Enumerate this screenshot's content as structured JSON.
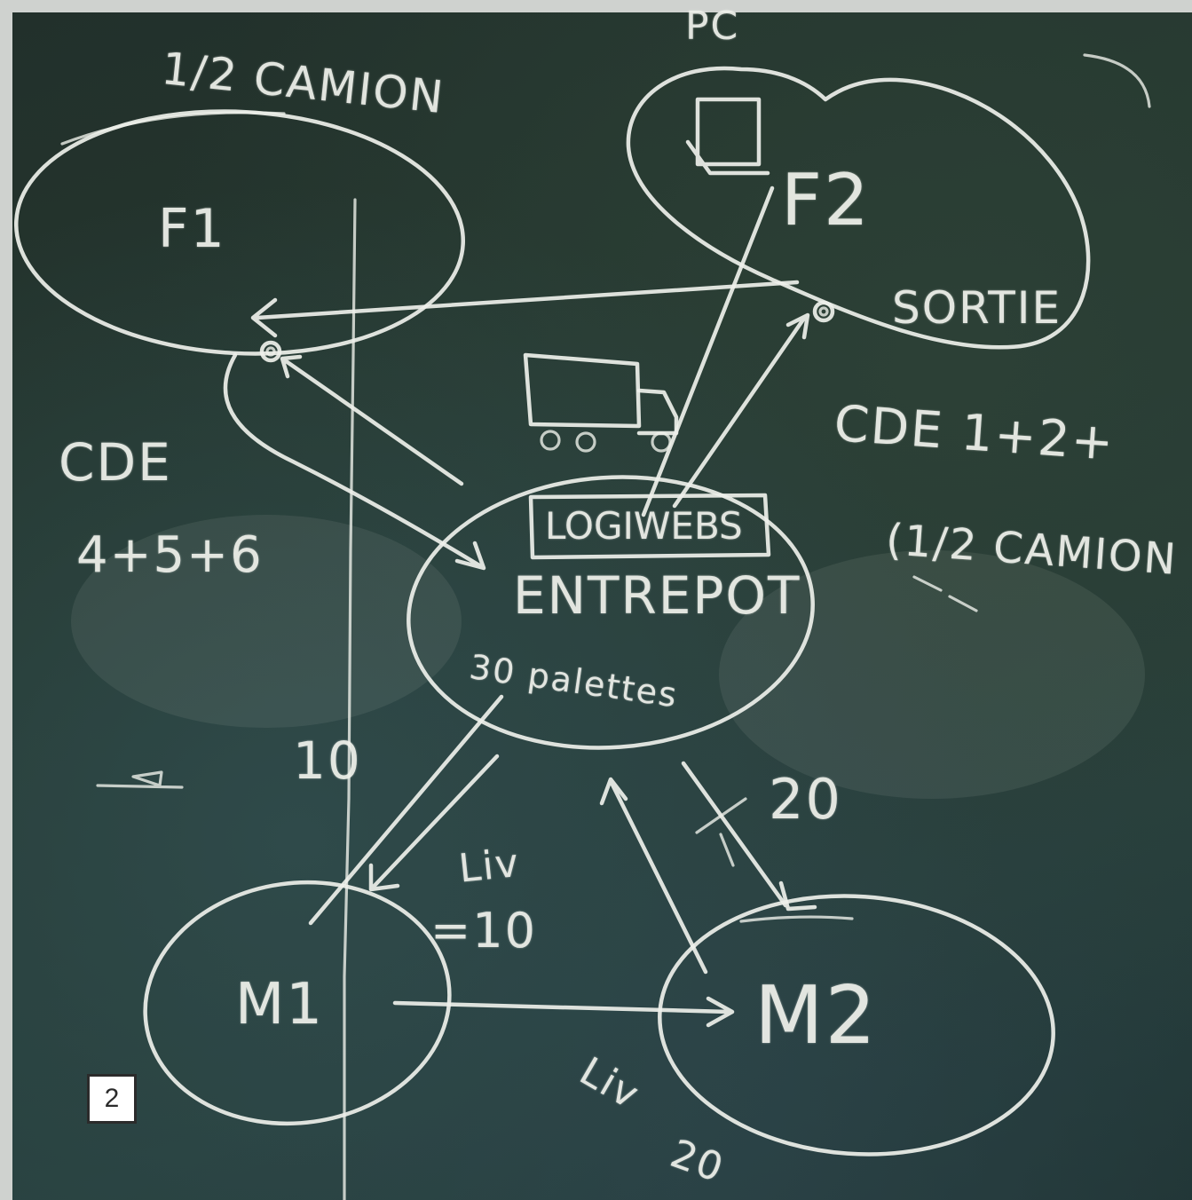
{
  "figure_number": "2",
  "labels": {
    "pc": "PC",
    "half_truck_top": "1/2 CAMION",
    "f1": "F1",
    "f2": "F2",
    "sortie": "SORTIE",
    "cde_456_line1": "CDE",
    "cde_456_line2": "4+5+6",
    "logiwebs": "LOGIWEBS",
    "entrepot": "ENTREPOT",
    "pallets": "30 palettes",
    "cde_12_line1": "CDE 1+2+",
    "cde_12_line2": "(1/2 CAMION",
    "ten": "10",
    "twenty": "20",
    "liv_eq_10_line1": "Liv",
    "liv_eq_10_line2": "=10",
    "liv_bottom": "Liv",
    "twenty_bottom": "20",
    "m1": "M1",
    "m2": "M2"
  }
}
